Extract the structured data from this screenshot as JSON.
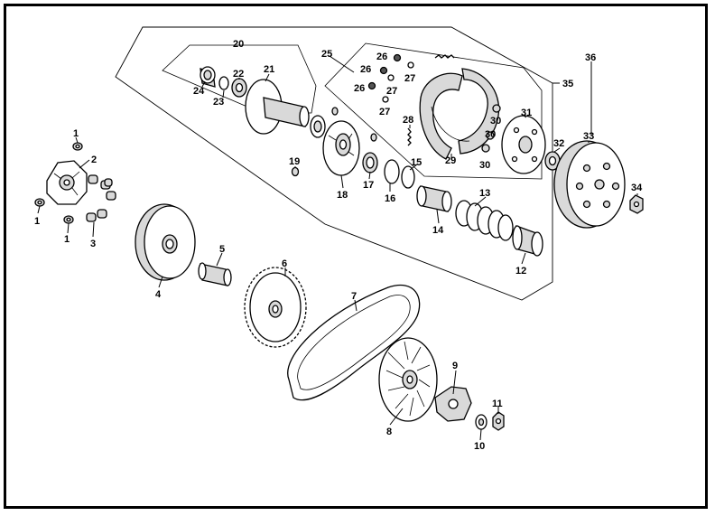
{
  "labels": {
    "p1a": "1",
    "p1b": "1",
    "p1c": "1",
    "p2": "2",
    "p3": "3",
    "p4": "4",
    "p5": "5",
    "p6": "6",
    "p7": "7",
    "p8": "8",
    "p9": "9",
    "p10": "10",
    "p11": "11",
    "p12": "12",
    "p13": "13",
    "p14": "14",
    "p15": "15",
    "p16": "16",
    "p17": "17",
    "p18": "18",
    "p19": "19",
    "p20": "20",
    "p21": "21",
    "p22": "22",
    "p23": "23",
    "p24": "24",
    "p25": "25",
    "p26a": "26",
    "p26b": "26",
    "p26c": "26",
    "p27a": "27",
    "p27b": "27",
    "p27c": "27",
    "p28": "28",
    "p29": "29",
    "p30a": "30",
    "p30b": "30",
    "p30c": "30",
    "p31": "31",
    "p32": "32",
    "p33": "33",
    "p34": "34",
    "p35": "35",
    "p36": "36"
  }
}
